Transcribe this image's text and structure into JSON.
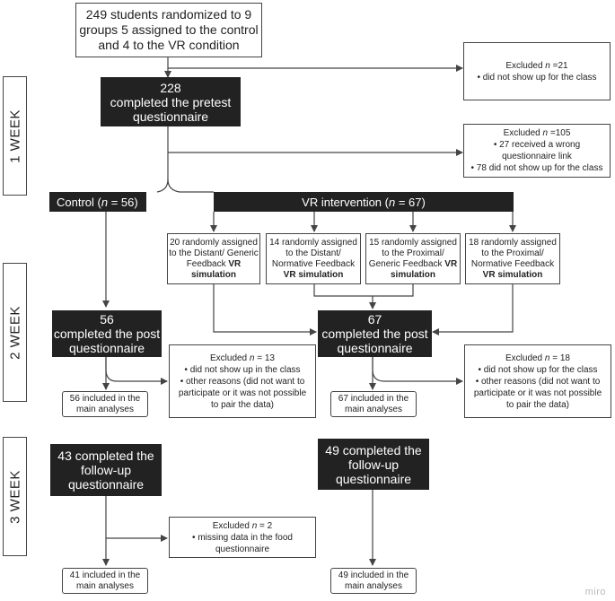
{
  "weeks": [
    "1 WEEK",
    "2 WEEK",
    "3 WEEK"
  ],
  "randomized": [
    "249 students randomized to 9",
    "groups 5 assigned to the control",
    "and 4 to the VR condition"
  ],
  "excluded1": {
    "head_pre": "Excluded ",
    "n": "n",
    "head_post": " =21",
    "items": [
      "• did not show up for the class"
    ]
  },
  "pretest": {
    "count": "228",
    "lines": [
      "completed the pretest",
      "questionnaire"
    ]
  },
  "excluded2": {
    "head_pre": "Excluded ",
    "n": "n",
    "head_post": " =105",
    "items": [
      "• 27 received a wrong",
      "questionnaire link",
      "• 78 did not show up for the class"
    ]
  },
  "control": {
    "pre": "Control (",
    "n": "n",
    "post": " = 56)"
  },
  "vr": {
    "pre": "VR intervention (",
    "n": "n",
    "post": " = 67)"
  },
  "groups": [
    {
      "lines": [
        "20 randomly assigned",
        "to the Distant/ Generic",
        "Feedback "
      ],
      "bold_inline": "VR",
      "bold_line": "simulation"
    },
    {
      "lines": [
        "14 randomly assigned",
        "to the Distant/",
        "Normative Feedback"
      ],
      "bold_inline": "",
      "bold_line": "VR simulation"
    },
    {
      "lines": [
        "15 randomly assigned",
        "to the Proximal/",
        "Generic Feedback "
      ],
      "bold_inline": "VR",
      "bold_line": "simulation"
    },
    {
      "lines": [
        "18 randomly assigned",
        "to the Proximal/",
        "Normative Feedback"
      ],
      "bold_inline": "",
      "bold_line": "VR simulation"
    }
  ],
  "post_control": {
    "count": "56",
    "lines": [
      "completed the post",
      "questionnaire"
    ]
  },
  "post_vr": {
    "count": "67",
    "lines": [
      "completed the post",
      "questionnaire"
    ]
  },
  "excluded3": {
    "head_pre": "Excluded ",
    "n": "n",
    "head_post": " = 13",
    "items": [
      "• did not show up in the class",
      "• other reasons (did not want to",
      "participate or it was not possible",
      "to pair the data)"
    ]
  },
  "excluded4": {
    "head_pre": "Excluded ",
    "n": "n",
    "head_post": " = 18",
    "items": [
      "• did not show up for the class",
      "• other reasons (did not want to",
      "participate or it was not possible",
      "to pair the data)"
    ]
  },
  "incl_control_post": [
    "56 included in the",
    "main analyses"
  ],
  "incl_vr_post": [
    "67 included in the",
    "main analyses"
  ],
  "follow_control": [
    "43 completed the",
    "follow-up",
    "questionnaire"
  ],
  "follow_vr": [
    "49 completed the",
    "follow-up",
    "questionnaire"
  ],
  "excluded5": {
    "head_pre": "Excluded ",
    "n": "n",
    "head_post": " = 2",
    "items": [
      "• missing data in the food",
      "questionnaire"
    ]
  },
  "incl_control_final": [
    "41 included in the",
    "main analyses"
  ],
  "incl_vr_final": [
    "49 included in the",
    "main analyses"
  ],
  "watermark": "miro"
}
